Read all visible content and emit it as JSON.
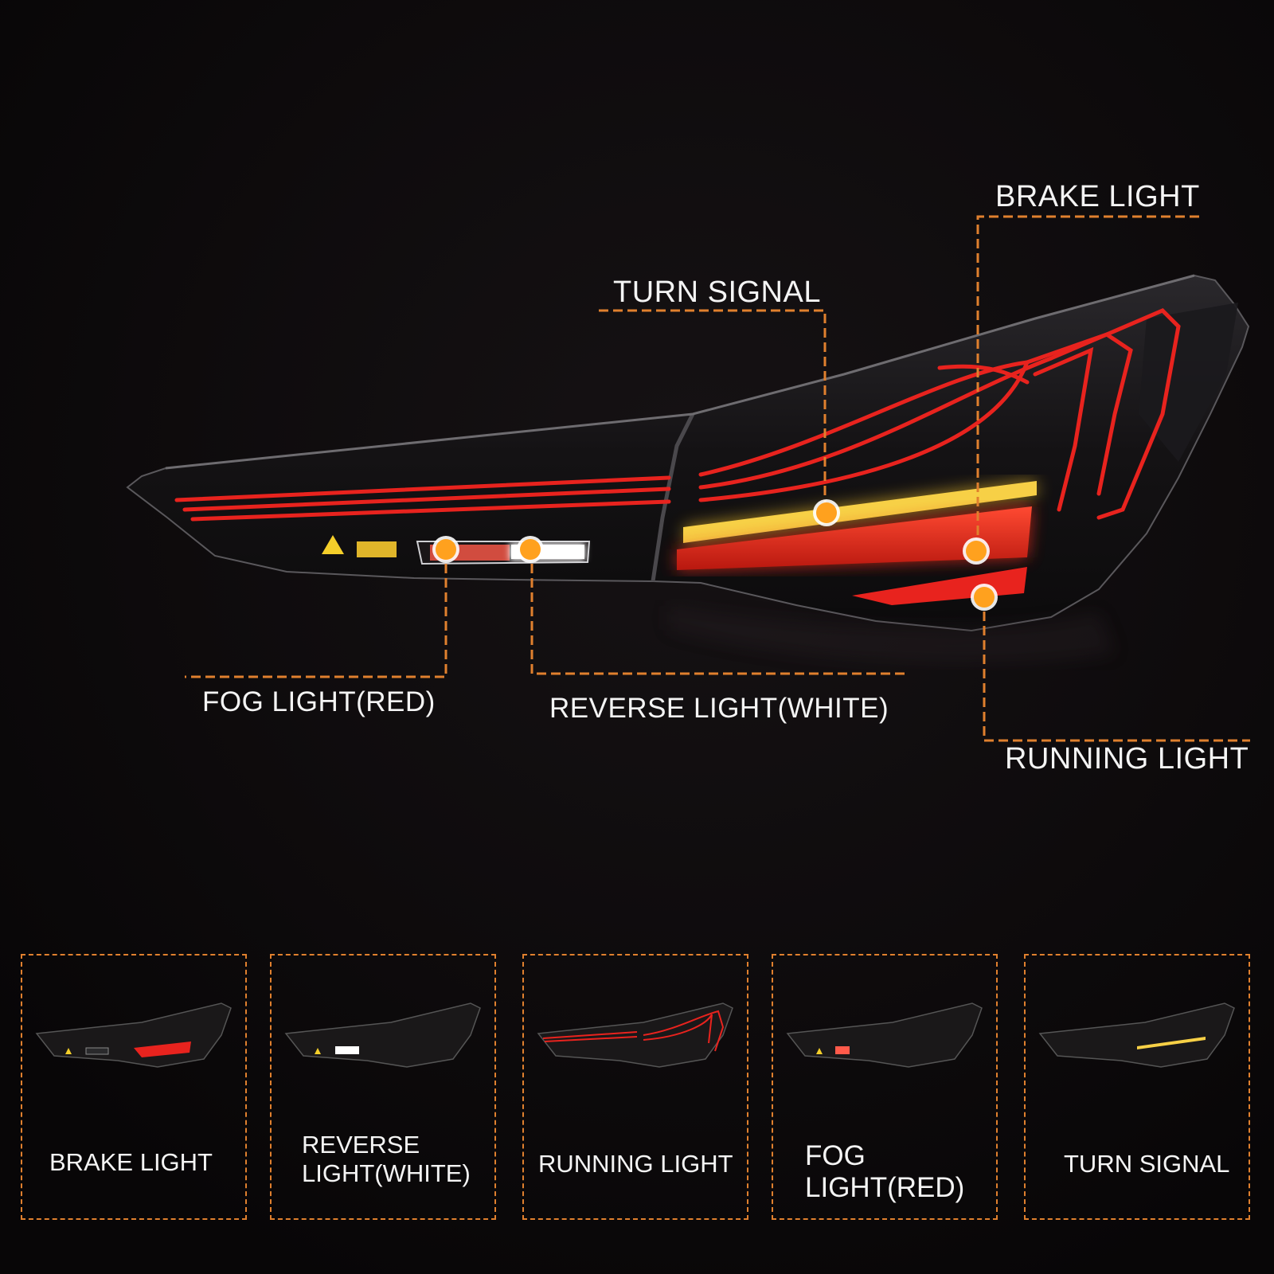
{
  "colors": {
    "background": "#0a0809",
    "leader_line": "#e0802e",
    "marker_fill": "#ffa11e",
    "red_led": "#e8231e",
    "amber_led": "#f3c12b",
    "white_led": "#ffffff",
    "text": "#f4f4f4"
  },
  "callouts": {
    "brake_light": "BRAKE LIGHT",
    "turn_signal": "TURN SIGNAL",
    "fog_light": "FOG LIGHT(RED)",
    "reverse_light": "REVERSE LIGHT(WHITE)",
    "running_light": "RUNNING LIGHT"
  },
  "panels": [
    {
      "id": "brake",
      "lines": [
        "BRAKE LIGHT"
      ]
    },
    {
      "id": "reverse",
      "lines": [
        "REVERSE",
        "LIGHT(WHITE)"
      ]
    },
    {
      "id": "running",
      "lines": [
        "RUNNING LIGHT"
      ]
    },
    {
      "id": "fog",
      "lines": [
        "FOG",
        "LIGHT(RED)"
      ]
    },
    {
      "id": "turn",
      "lines": [
        "TURN SIGNAL"
      ]
    }
  ]
}
